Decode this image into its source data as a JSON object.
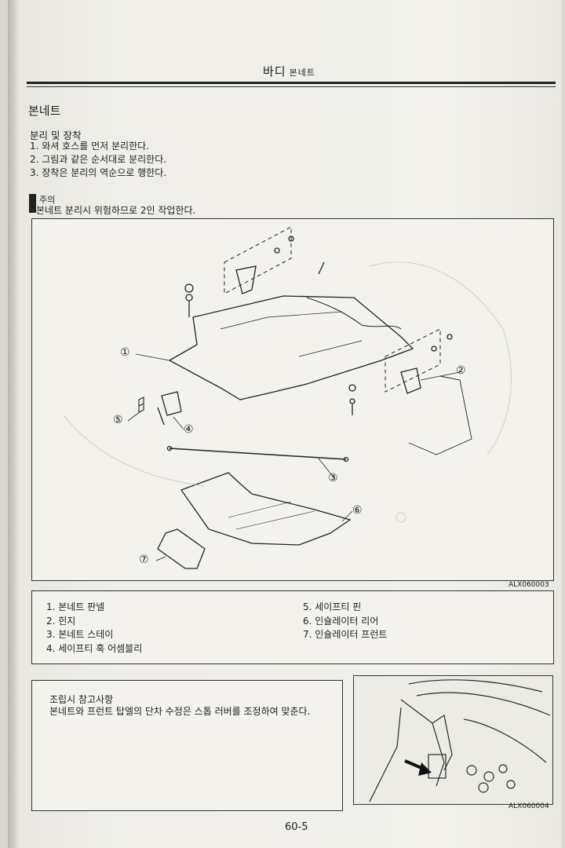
{
  "header": {
    "title": "바디",
    "subtitle": "본네트"
  },
  "section_title": "본네트",
  "procedure": {
    "title": "분리 및 장착",
    "steps": [
      "1. 와셔 호스를 먼저 분리한다.",
      "2. 그림과 같은 순서대로 분리한다.",
      "3. 장착은 분리의 역순으로 행한다."
    ]
  },
  "caution": {
    "label": "주의",
    "text": "본네트 분리시 위험하므로 2인 작업한다."
  },
  "diagram": {
    "callouts": [
      "①",
      "②",
      "③",
      "④",
      "⑤",
      "⑥",
      "⑦"
    ],
    "code": "ALX060003"
  },
  "legend": {
    "items": [
      "1. 본네트 판넬",
      "2. 힌지",
      "3. 본네트 스테이",
      "4. 세이프티 훅 어셈블리",
      "5. 세이프티 핀",
      "6. 인슐레이터 리어",
      "7. 인슐레이터 프런트"
    ]
  },
  "assembly_note": {
    "title": "조립시 참고사항",
    "text": "본네트와 프런트 탑엘의 단차 수정은 스톱 러버를 조정하여 맞춘다."
  },
  "photo": {
    "code": "ALX060004"
  },
  "page_number": "60-5",
  "colors": {
    "ink": "#1e1e1e",
    "paper": "#f1f0ea"
  }
}
